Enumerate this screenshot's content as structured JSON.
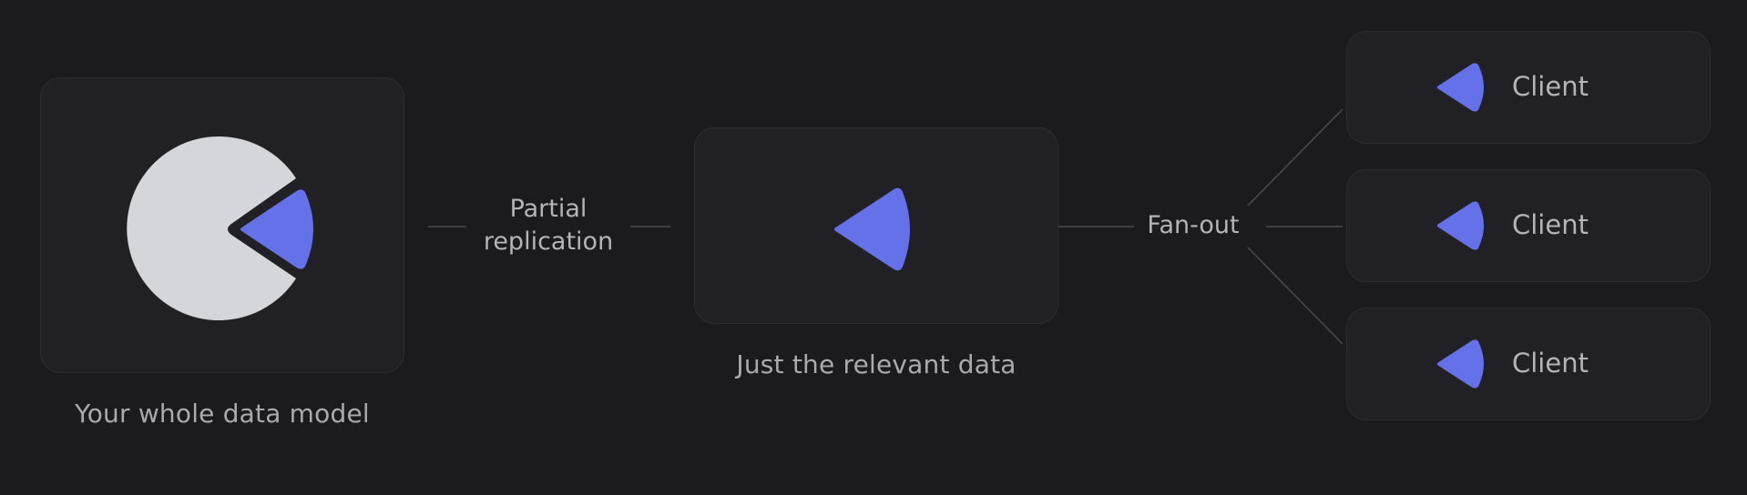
{
  "nodes": {
    "model": {
      "caption": "Your whole data model"
    },
    "subset": {
      "caption": "Just the relevant data"
    },
    "clients": [
      {
        "label": "Client"
      },
      {
        "label": "Client"
      },
      {
        "label": "Client"
      }
    ]
  },
  "edges": {
    "replication": {
      "label_line1": "Partial",
      "label_line2": "replication"
    },
    "fanout": {
      "label": "Fan-out"
    }
  },
  "colors": {
    "background": "#1b1b1f",
    "card": "#212125",
    "accent": "#6471e9",
    "pie": "#d4d6dc",
    "line": "#55555b"
  },
  "icons": {
    "model": "pie-with-slice-icon",
    "subset": "slice-icon",
    "client": "slice-icon"
  }
}
